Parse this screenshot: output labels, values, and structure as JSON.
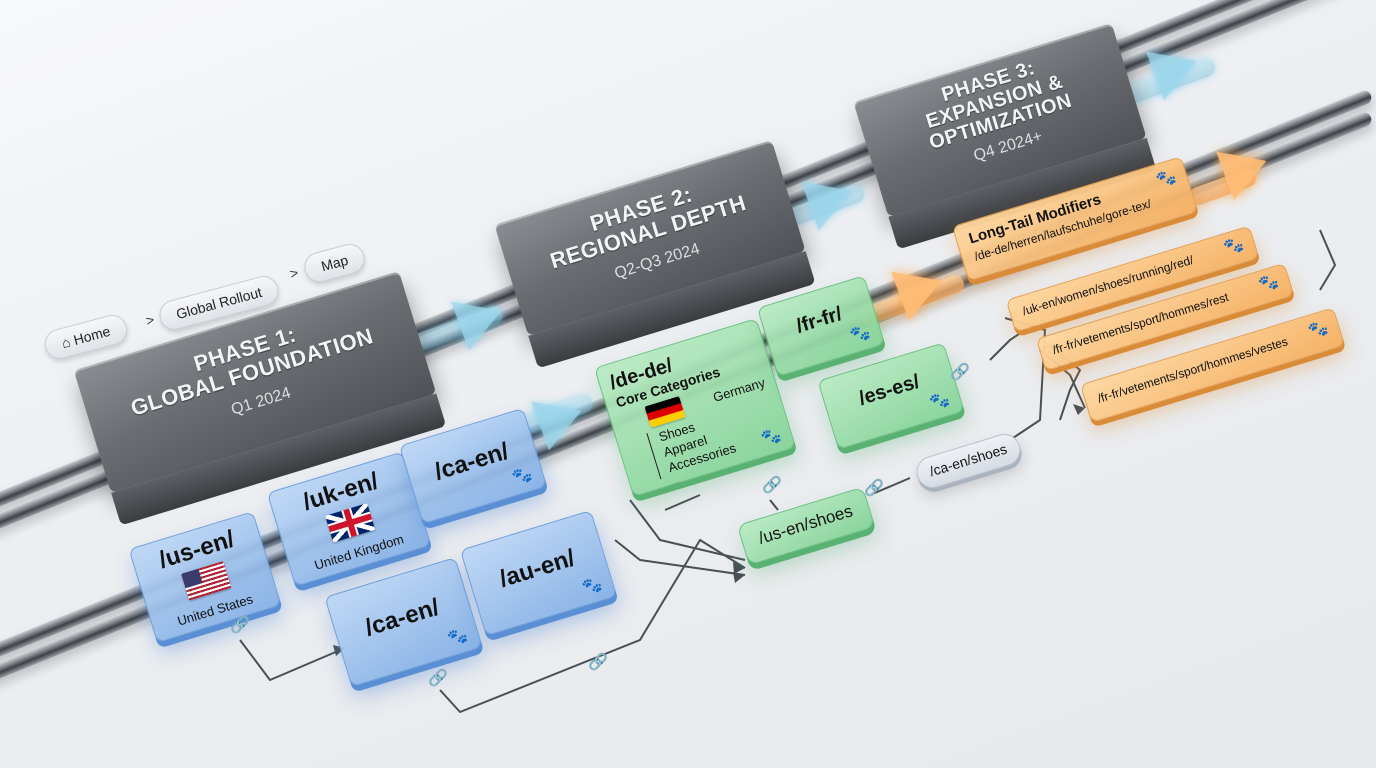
{
  "breadcrumb": {
    "items": [
      {
        "label": "Home",
        "icon": "home-icon"
      },
      {
        "label": "Global Rollout"
      },
      {
        "label": "Map"
      }
    ],
    "separator": ">"
  },
  "phases": [
    {
      "title_line1": "PHASE 1:",
      "title_line2": "GLOBAL FOUNDATION",
      "title_line3": "",
      "date": "Q1 2024"
    },
    {
      "title_line1": "PHASE 2:",
      "title_line2": "REGIONAL DEPTH",
      "title_line3": "",
      "date": "Q2-Q3 2024"
    },
    {
      "title_line1": "PHASE 3:",
      "title_line2": "EXPANSION &",
      "title_line3": "OPTIMIZATION",
      "date": "Q4 2024+"
    }
  ],
  "phase1_tiles": [
    {
      "slug": "/us-en/",
      "country": "United States",
      "flag": "us"
    },
    {
      "slug": "/uk-en/",
      "country": "United Kingdom",
      "flag": "uk"
    },
    {
      "slug": "/ca-en/",
      "icon": "paw-icon"
    },
    {
      "slug": "/ca-en/",
      "icon": "paw-icon"
    },
    {
      "slug": "/au-en/",
      "icon": "paw-icon"
    }
  ],
  "phase2_tiles": {
    "de": {
      "slug": "/de-de/",
      "subtitle": "Core Categories",
      "country": "Germany",
      "flag": "de",
      "categories": [
        "Shoes",
        "Apparel",
        "Accessories"
      ]
    },
    "fr": {
      "slug": "/fr-fr/"
    },
    "es": {
      "slug": "/es-es/"
    },
    "us_shoes": {
      "slug": "/us-en/shoes"
    },
    "ca_shoes": {
      "slug": "/ca-en/shoes"
    }
  },
  "phase3_tiles": {
    "header": "Long-Tail Modifiers",
    "paths": [
      "/de-de/herren/laufschuhe/gore-tex/",
      "/uk-en/women/shoes/running/red/",
      "/fr-fr/vetements/sport/hommes/rest",
      "/fr-fr/vetements/sport/hommes/vestes"
    ]
  },
  "icons": {
    "paw": "🐾",
    "link": "🔗",
    "home": "⌂"
  },
  "colors": {
    "phase1_blue": "#8fb6e8",
    "phase2_green": "#9ddcae",
    "phase3_orange": "#f6bb78",
    "metal": "#6a6d72",
    "background": "#eceef1"
  }
}
